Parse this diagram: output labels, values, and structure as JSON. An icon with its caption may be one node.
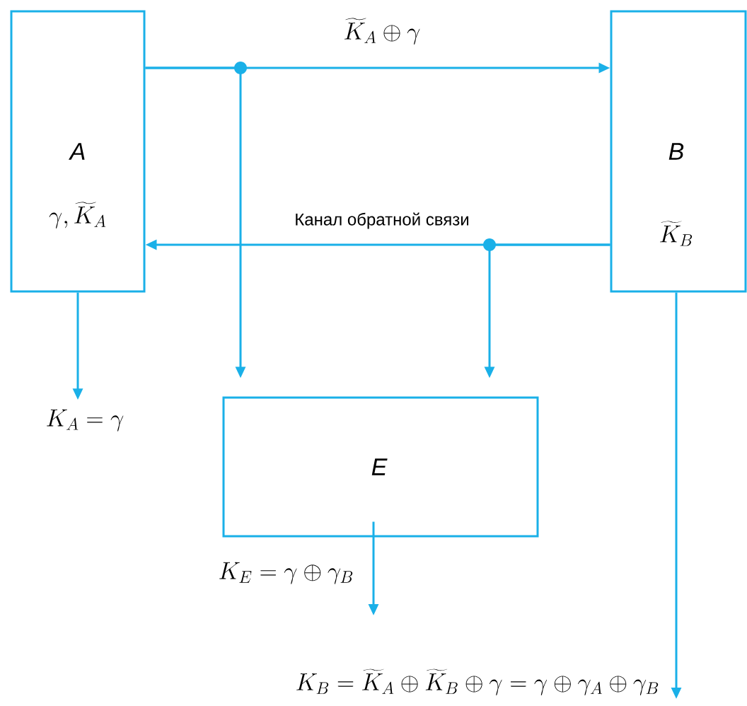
{
  "diagram": {
    "nodes": [
      {
        "text": [
          "A",
          "\\gamma, \\widetilde{K}_A"
        ]
      },
      {
        "text": [
          "B",
          "\\widetilde{K}_B"
        ]
      },
      {
        "text": [
          "E"
        ]
      },
      {
        "text": [
          "K_A = \\gamma"
        ]
      }
    ],
    "edges": [
      {
        "from": 0,
        "to": 1,
        "arrow": "to",
        "label": "\\widetilde{K}_A \\oplus \\gamma"
      },
      {
        "from": 0,
        "to": 2,
        "arrow": "to"
      },
      {
        "from": 1,
        "to": 0,
        "arrow": "to",
        "label": "Канал обратной связи"
      },
      {
        "from": 1,
        "to": 2,
        "arrow": "to"
      },
      {
        "from": 0,
        "to": 3,
        "arrow": "to"
      },
      {
        "from": 2,
        "to": null,
        "arrow": "to",
        "label": "K_E = \\gamma \\oplus \\gamma_B"
      },
      {
        "from": 1,
        "to": null,
        "arrow": "to",
        "label": "K_B = \\widetilde{K}_A \\oplus \\widetilde{K}_B \\oplus \\gamma = \\gamma \\oplus \\gamma_A \\oplus \\gamma_B"
      }
    ]
  }
}
